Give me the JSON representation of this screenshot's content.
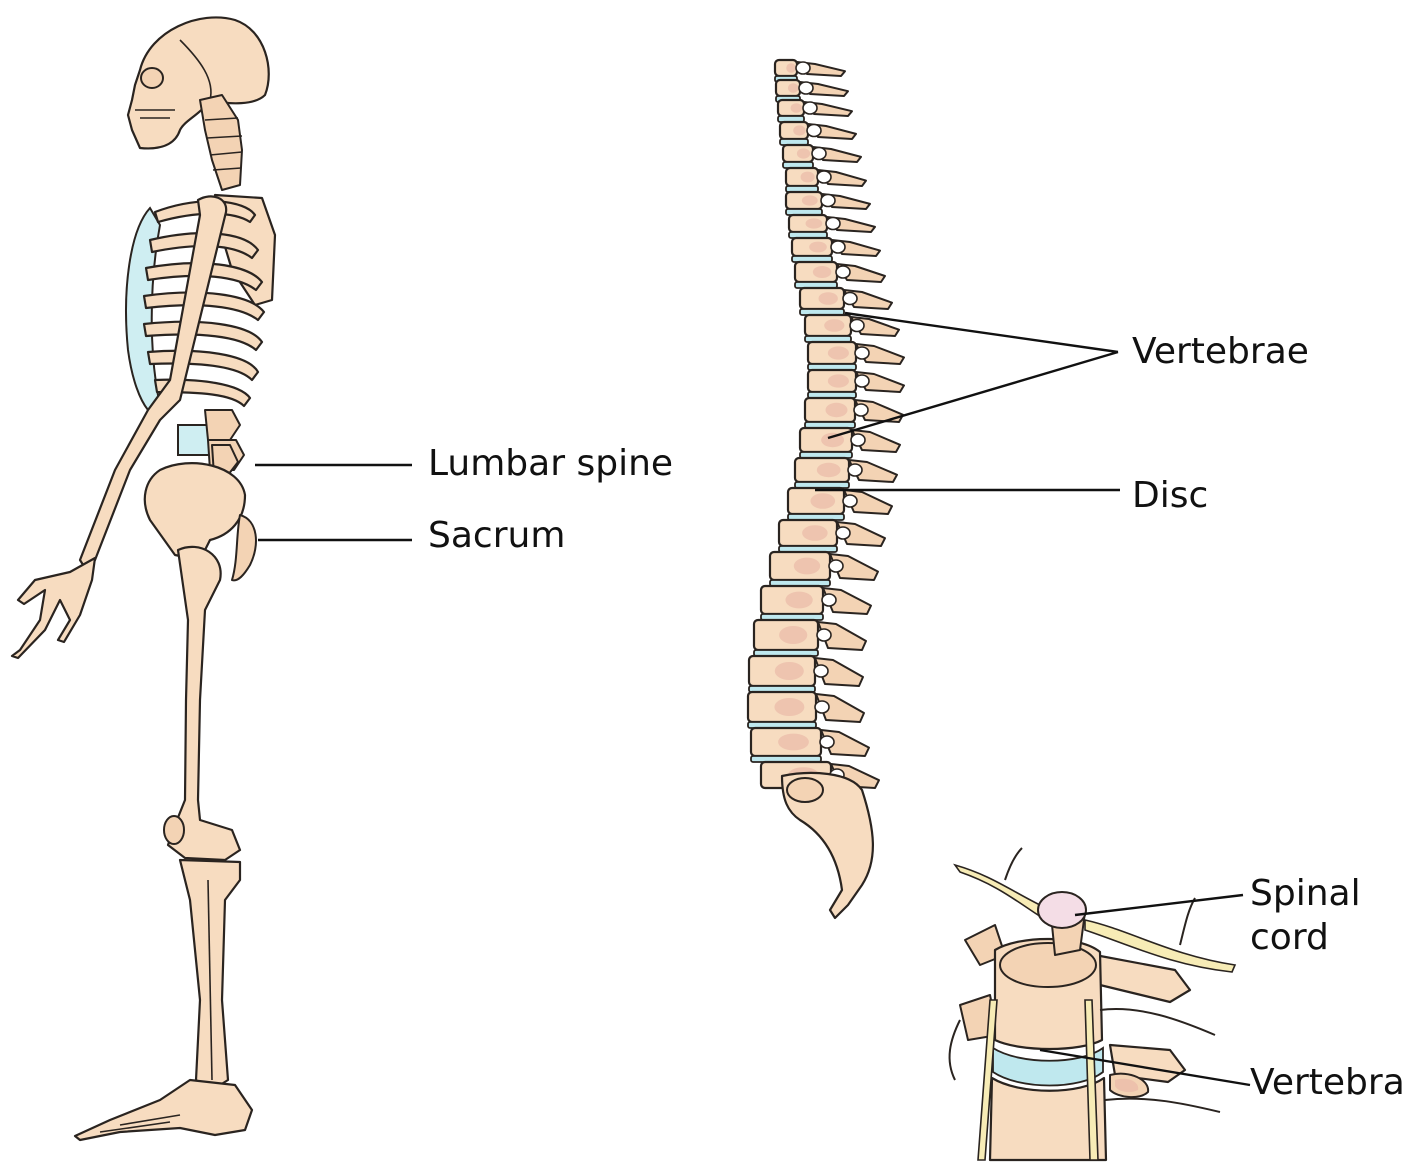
{
  "labels": {
    "lumbar_spine": "Lumbar spine",
    "sacrum": "Sacrum",
    "vertebrae": "Vertebrae",
    "disc": "Disc",
    "spinal_cord_line1": "Spinal",
    "spinal_cord_line2": "cord",
    "vertebra": "Vertebra"
  },
  "colors": {
    "bone": "#f7dcc0",
    "cartilage": "#cfeef2",
    "disc": "#bfe8ee",
    "nerve": "#f7ecb6",
    "outline": "#2a2420"
  }
}
